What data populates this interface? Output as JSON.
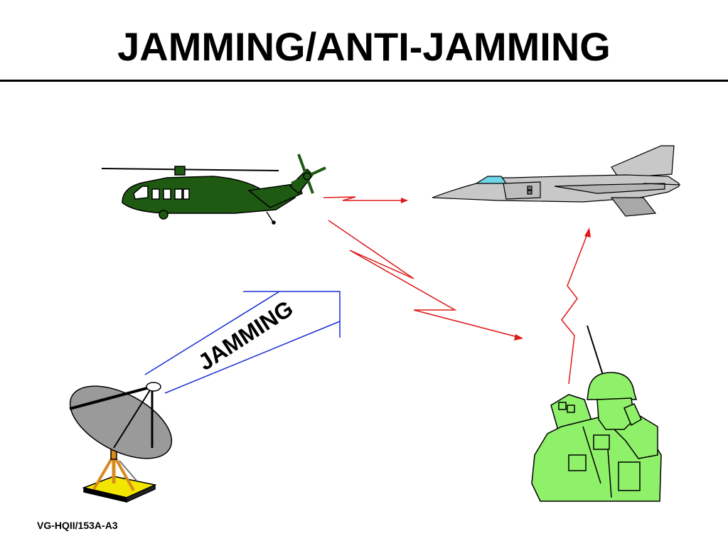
{
  "slide": {
    "title": "JAMMING/ANTI-JAMMING",
    "footer": "VG-HQII/153A-A3"
  },
  "beam": {
    "label": "JAMMING",
    "color": "#1a2fd6"
  },
  "signal_color": "#e01818",
  "icons": {
    "helicopter": "helicopter-icon",
    "jet": "fighter-jet-icon",
    "dish": "satellite-dish-icon",
    "soldier": "radio-operator-soldier-icon"
  },
  "colors": {
    "helicopter": "#1f5a12",
    "jet": "#c8c8c8",
    "canopy": "#6fd6e6",
    "dish": "#9a9a9a",
    "soldier": "#8ff06a",
    "dish_base": "#f2e600",
    "dish_mast": "#d98a1c"
  }
}
